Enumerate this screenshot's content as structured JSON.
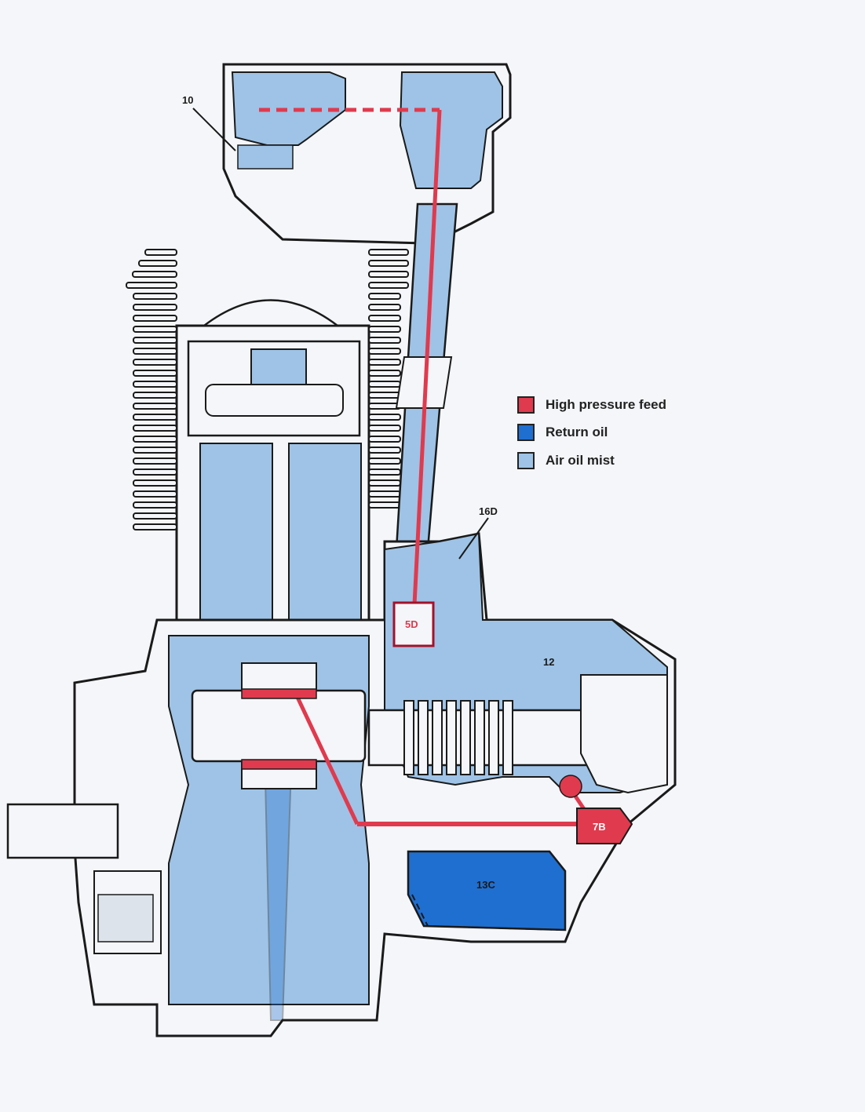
{
  "colors": {
    "high_pressure_feed": "#e03a4e",
    "return_oil": "#1f6fd0",
    "air_oil_mist": "#9ec3e6",
    "outline": "#1a1a1a",
    "paper": "#f4f6f9"
  },
  "legend": {
    "items": [
      {
        "label": "High pressure feed",
        "color_key": "high_pressure_feed"
      },
      {
        "label": "Return oil",
        "color_key": "return_oil"
      },
      {
        "label": "Air oil mist",
        "color_key": "air_oil_mist"
      }
    ]
  },
  "callouts": {
    "c10": "10",
    "c16d": "16D",
    "c5d": "5D",
    "c12": "12",
    "c7b": "7B",
    "c13c": "13C"
  }
}
